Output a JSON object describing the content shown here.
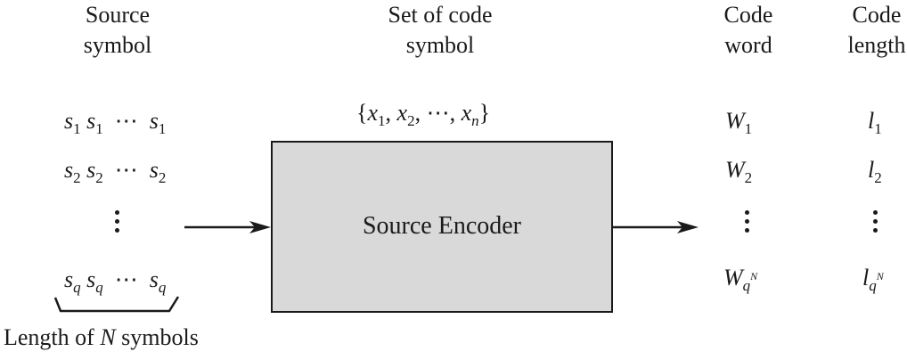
{
  "headers": {
    "source_symbol": [
      "Source",
      "symbol"
    ],
    "set_of_code_symbol": [
      "Set of code",
      "symbol"
    ],
    "code_word": [
      "Code",
      "word"
    ],
    "code_length": [
      "Code",
      "length"
    ]
  },
  "code_symbol_set": {
    "open": "{",
    "var": "x",
    "subs": [
      "1",
      "2",
      "n"
    ],
    "sep": ", ",
    "ellipsis": "⋯",
    "close": "}"
  },
  "source_sequences": [
    {
      "sym": "s",
      "sub": "1",
      "ellipsis": "⋯"
    },
    {
      "sym": "s",
      "sub": "2",
      "ellipsis": "⋯"
    },
    {
      "sym": "s",
      "sub": "q",
      "ellipsis": "⋯"
    }
  ],
  "code_words": [
    {
      "sym": "W",
      "sub": "1"
    },
    {
      "sym": "W",
      "sub": "2"
    },
    {
      "sym": "W",
      "sub": "q",
      "sup": "N"
    }
  ],
  "code_lengths": [
    {
      "sym": "l",
      "sub": "1"
    },
    {
      "sym": "l",
      "sub": "2"
    },
    {
      "sym": "l",
      "sub": "q",
      "sup": "N"
    }
  ],
  "encoder": {
    "label": "Source Encoder",
    "fill": "#d9d9d9"
  },
  "brace_caption": {
    "prefix": "Length of ",
    "var": "N",
    "suffix": " symbols"
  }
}
